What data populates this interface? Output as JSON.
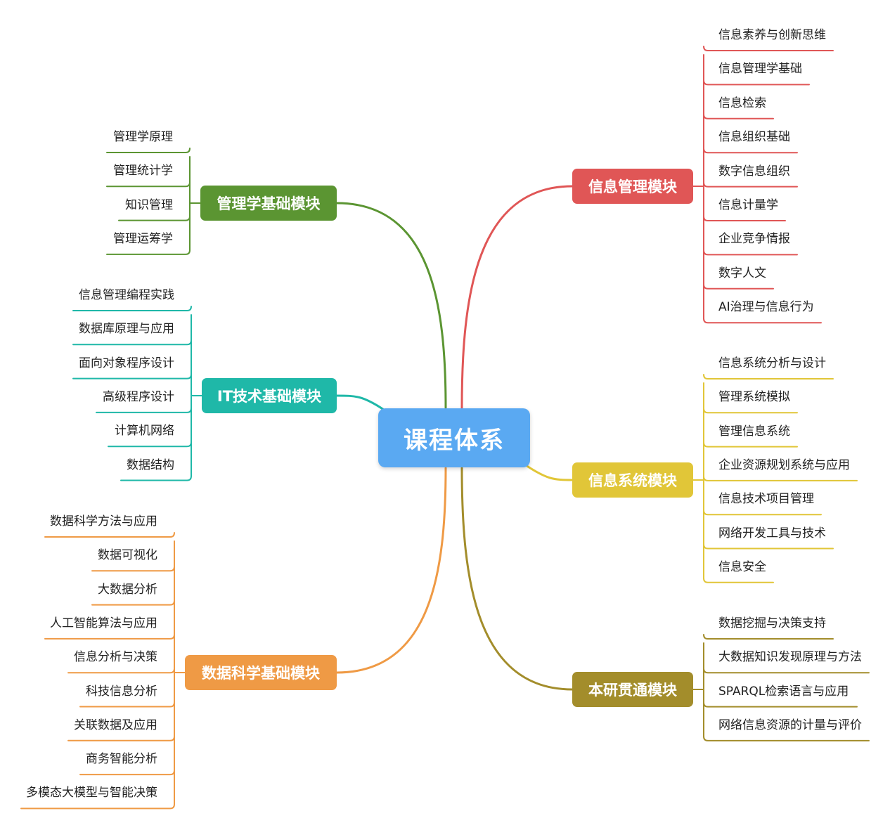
{
  "center": {
    "label": "课程体系",
    "color": "#5aa9f2"
  },
  "branches": [
    {
      "id": "info-mgmt",
      "label": "信息管理模块",
      "color": "#e05656",
      "side": "right",
      "items": [
        "信息素养与创新思维",
        "信息管理学基础",
        "信息检索",
        "信息组织基础",
        "数字信息组织",
        "信息计量学",
        "企业竞争情报",
        "数字人文",
        "AI治理与信息行为"
      ]
    },
    {
      "id": "info-sys",
      "label": "信息系统模块",
      "color": "#e1c638",
      "side": "right",
      "items": [
        "信息系统分析与设计",
        "管理系统模拟",
        "管理信息系统",
        "企业资源规划系统与应用",
        "信息技术项目管理",
        "网络开发工具与技术",
        "信息安全"
      ]
    },
    {
      "id": "grad-link",
      "label": "本研贯通模块",
      "color": "#a38d2b",
      "side": "right",
      "items": [
        "数据挖掘与决策支持",
        "大数据知识发现原理与方法",
        "SPARQL检索语言与应用",
        "网络信息资源的计量与评价"
      ]
    },
    {
      "id": "mgmt-basic",
      "label": "管理学基础模块",
      "color": "#5b9532",
      "side": "left",
      "items": [
        "管理学原理",
        "管理统计学",
        "知识管理",
        "管理运筹学"
      ]
    },
    {
      "id": "it-basic",
      "label": "IT技术基础模块",
      "color": "#1fb8a8",
      "side": "left",
      "items": [
        "信息管理编程实践",
        "数据库原理与应用",
        "面向对象程序设计",
        "高级程序设计",
        "计算机网络",
        "数据结构"
      ]
    },
    {
      "id": "ds-basic",
      "label": "数据科学基础模块",
      "color": "#ef9a45",
      "side": "left",
      "items": [
        "数据科学方法与应用",
        "数据可视化",
        "大数据分析",
        "人工智能算法与应用",
        "信息分析与决策",
        "科技信息分析",
        "关联数据及应用",
        "商务智能分析",
        "多模态大模型与智能决策"
      ]
    }
  ]
}
